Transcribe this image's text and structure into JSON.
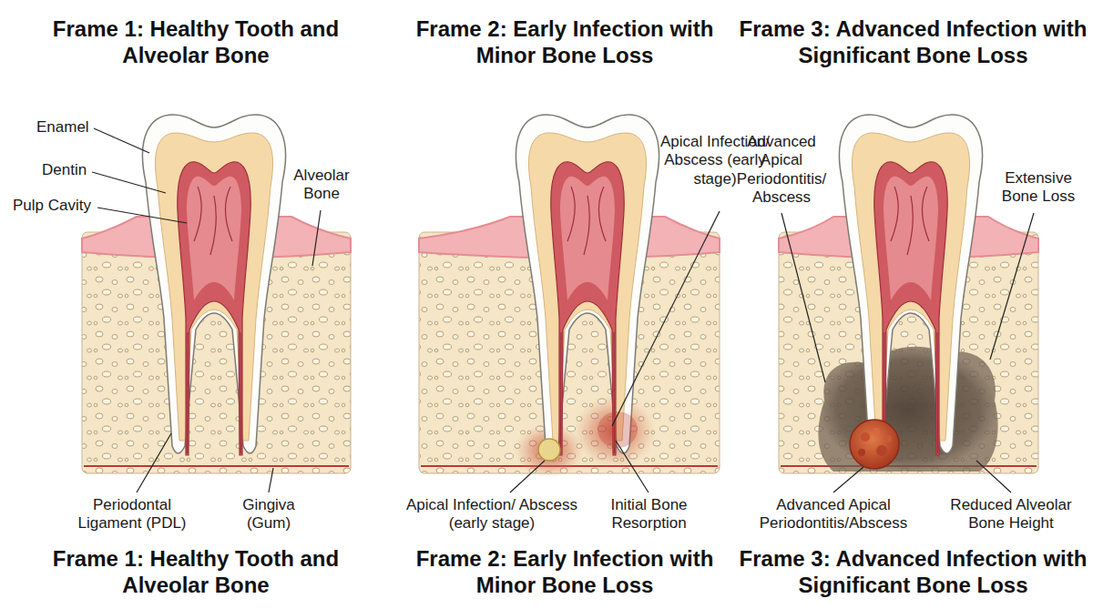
{
  "diagram": {
    "labels": [
      "Frame 1: Healthy Tooth and Alveolar Bone",
      "Frame 2: Early Infection with Minor Bone Loss",
      "Frame 3: Advanced Infection with Significant Bone Loss",
      "Enamel",
      "Dentin",
      "Pulp Cavity",
      "Alveolar Bone",
      "Periodontal Ligament (PDL)",
      "Gingiva (Gum)",
      "Apical Infection/ Abscess (early stage)",
      "Apical Infection/ Abscess (early stage)",
      "Initial Bone Resorption",
      "Advanced Apical Periodontitis/ Abscess",
      "Extensive Bone Loss",
      "Advanced Apical Periodontitis/Abscess",
      "Reduced Alveolar Bone Height",
      "Frame 1: Healthy Tooth and Alveolar Bone",
      "Frame 2: Early Infection with Minor Bone Loss",
      "Frame 3: Advanced Infection with Significant Bone Loss"
    ]
  }
}
